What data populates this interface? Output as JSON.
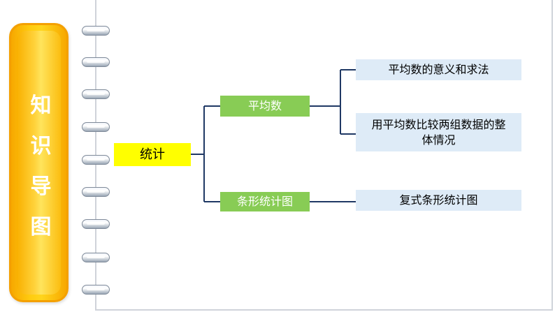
{
  "side_title": [
    "知",
    "识",
    "导",
    "图"
  ],
  "mindmap": {
    "root": "统计",
    "branches": [
      {
        "label": "平均数",
        "children": [
          "平均数的意义和求法",
          "用平均数比较两组数据的整体情况"
        ]
      },
      {
        "label": "条形统计图",
        "children": [
          "复式条形统计图"
        ]
      }
    ]
  },
  "colors": {
    "tab": "#ffcc10",
    "root_fill": "#ffff00",
    "branch_fill": "#88cc55",
    "leaf_fill": "#deebf7",
    "connector": "#1f3864"
  }
}
